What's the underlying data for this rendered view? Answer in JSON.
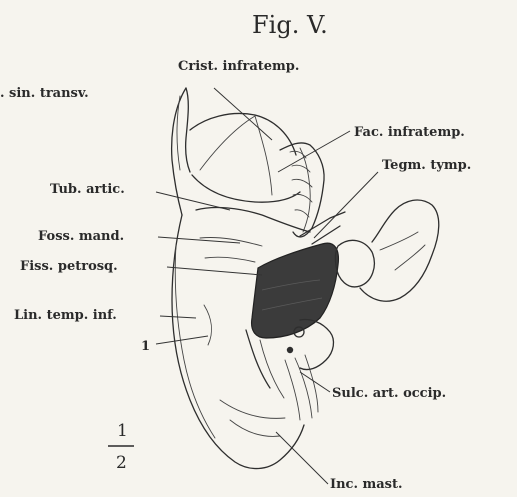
{
  "figure": {
    "title": "Fig. V.",
    "labels": {
      "sin_transv": ". sin. transv.",
      "crist_infratemp": "Crist. infratemp.",
      "fac_infratemp": "Fac. infratemp.",
      "tegm_tymp": "Tegm. tymp.",
      "tub_artic": "Tub. artic.",
      "foss_mand": "Foss. mand.",
      "fiss_petrosq": "Fiss. petrosq.",
      "lin_temp_inf": "Lin. temp. inf.",
      "one": "1",
      "sulc_art_occip": "Sulc. art. occip.",
      "inc_mast": "Inc. mast."
    },
    "scale": {
      "numerator": "1",
      "denominator": "2"
    }
  }
}
